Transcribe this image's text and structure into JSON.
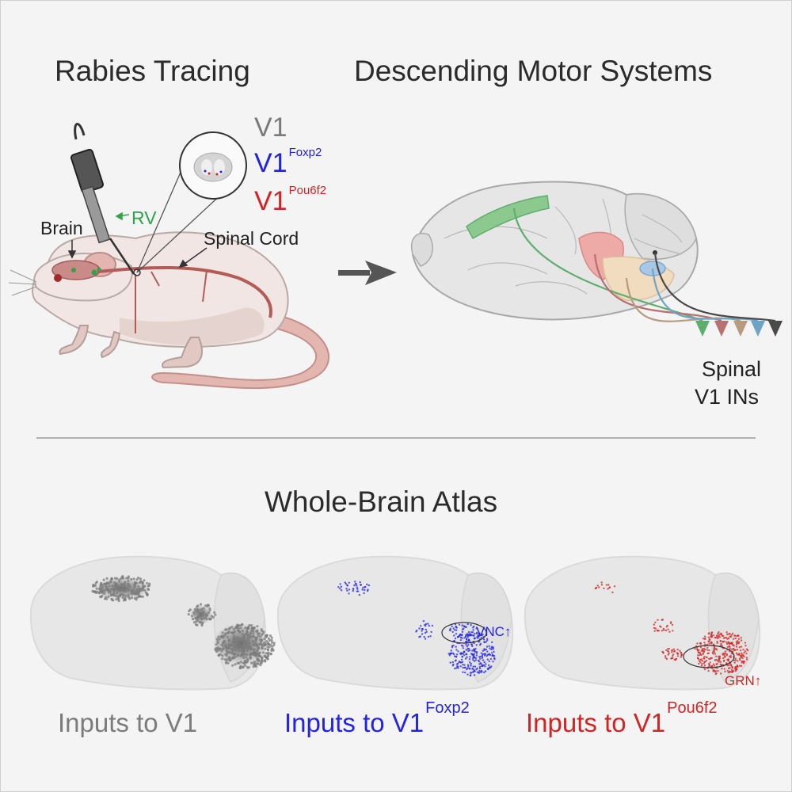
{
  "panels": {
    "rabies": {
      "title": "Rabies Tracing",
      "labels": {
        "brain": "Brain",
        "rv": "RV",
        "spinal_cord": "Spinal Cord"
      },
      "legend": [
        {
          "base": "V1",
          "sup": "",
          "color": "#7a7a7a"
        },
        {
          "base": "V1",
          "sup": "Foxp2",
          "color": "#2121e0"
        },
        {
          "base": "V1",
          "sup": "Pou6f2",
          "color": "#d42222"
        }
      ]
    },
    "descending": {
      "title": "Descending Motor Systems",
      "target_line1": "Spinal",
      "target_line2": "V1 INs",
      "tract_colors": [
        "#5fae6e",
        "#b87070",
        "#b89a7e",
        "#6fa3c8",
        "#4a4a4a"
      ]
    },
    "atlas": {
      "title": "Whole-Brain Atlas",
      "brains": [
        {
          "caption_base": "Inputs to V1",
          "caption_sup": "",
          "color": "#7c7c7c",
          "region": ""
        },
        {
          "caption_base": "Inputs to V1",
          "caption_sup": "Foxp2",
          "color": "#2323e6",
          "region": "VNC"
        },
        {
          "caption_base": "Inputs to V1",
          "caption_sup": "Pou6f2",
          "color": "#d12424",
          "region": "GRN"
        }
      ]
    }
  }
}
